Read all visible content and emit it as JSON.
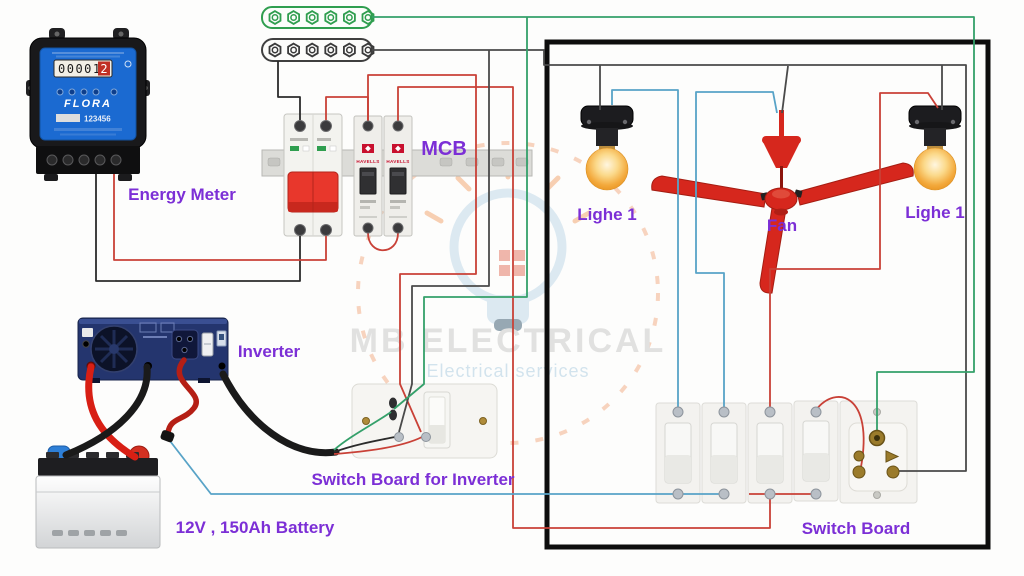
{
  "labels": {
    "energy_meter": "Energy Meter",
    "mcb": "MCB",
    "light_left": "Lighe 1",
    "fan": "Fan",
    "light_right": "Lighe 1",
    "inverter": "Inverter",
    "inverter_switch_board": "Switch Board for Inverter",
    "battery": "12V , 150Ah Battery",
    "switch_board": "Switch Board"
  },
  "energy_meter": {
    "reading": "00001",
    "reading_last": "2",
    "brand": "FLORA",
    "serial": "123456"
  },
  "mcb_brand": "HAVELLS",
  "watermark": {
    "name": "MB ELECTRICAL",
    "tagline": "Electrical services"
  },
  "colors": {
    "label_text": "#7c2fd6",
    "wire_red": "#c94137",
    "wire_blue": "#58a3c7",
    "wire_green": "#34a06a",
    "wire_black": "#4a4a4a",
    "cable_red": "#d81f14",
    "fan_red": "#d6271d",
    "bulb_amber": "#f2a53a",
    "meter_blue": "#1b6ad1",
    "inverter_navy": "#24356e",
    "room_border": "#0d0d0d",
    "watermark_gray": "#c6c6c6"
  }
}
